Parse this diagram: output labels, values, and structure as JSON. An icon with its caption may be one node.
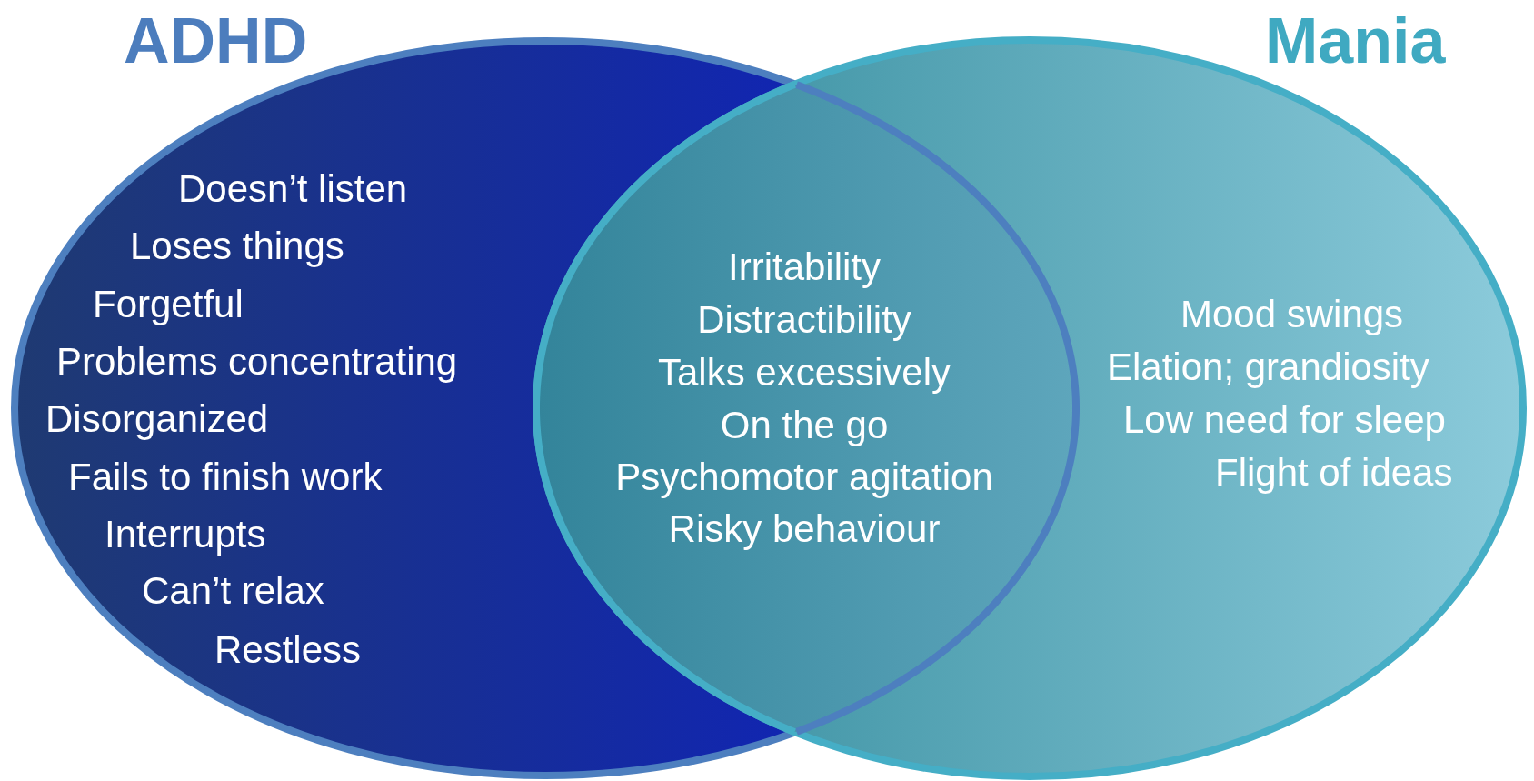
{
  "diagram": {
    "nodes": [
      {
        "text": [
          "ADHD",
          "Doesn’t listen",
          "Loses things",
          "Forgetful",
          "Problems concentrating",
          "Disorganized",
          "Fails to finish work",
          "Interrupts",
          "Can’t relax",
          "Restless"
        ]
      },
      {
        "text": [
          "Mania",
          "Mood swings",
          "Elation; grandiosity",
          "Low need for sleep",
          "Flight of ideas"
        ]
      },
      {
        "text": [
          "Irritability",
          "Distractibility",
          "Talks excessively",
          "On the go",
          "Psychomotor agitation",
          "Risky behaviour"
        ]
      }
    ]
  }
}
